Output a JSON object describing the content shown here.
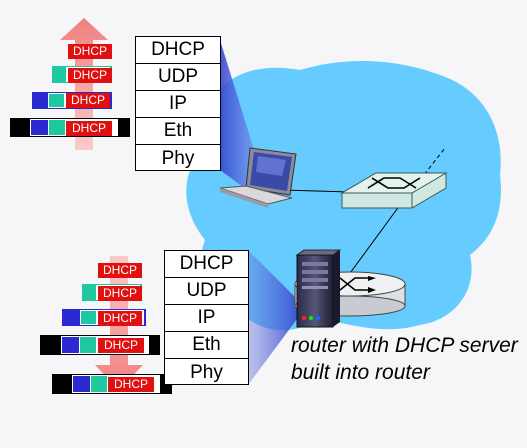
{
  "client_stack": {
    "layers": [
      "DHCP",
      "UDP",
      "IP",
      "Eth",
      "Phy"
    ]
  },
  "server_stack": {
    "layers": [
      "DHCP",
      "UDP",
      "IP",
      "Eth",
      "Phy"
    ]
  },
  "packet_label": "DHCP",
  "caption": "router with DHCP server built into router",
  "colors": {
    "network_blob": "#66ccff",
    "dhcp_label": "#e01010",
    "udp_header": "#1ec8a0",
    "ip_header": "#2a2ad0",
    "eth_header": "#000000",
    "arrow": "#f7a5a5",
    "switch": "#cfe8e2",
    "callout": "#3344cc"
  },
  "icons": [
    "laptop-icon",
    "switch-icon",
    "router-icon",
    "server-icon"
  ]
}
